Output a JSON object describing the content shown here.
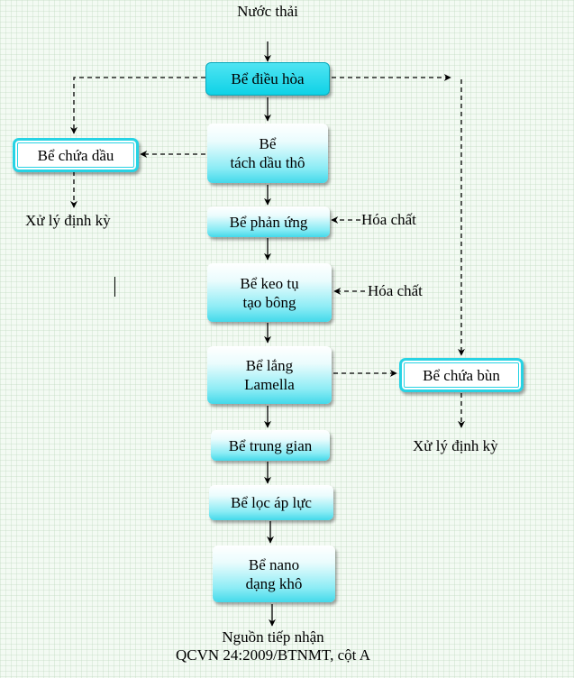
{
  "diagram": {
    "input": "Nước thải",
    "boxes": {
      "dieu_hoa": "Bể điều hòa",
      "tach_dau": "Bể\ntách dầu thô",
      "chua_dau": "Bể chứa dầu",
      "phan_ung": "Bể phản ứng",
      "keo_tu": "Bể keo tụ\ntạo bông",
      "lang": "Bể lắng\nLamella",
      "chua_bun": "Bể chứa bùn",
      "trung_gian": "Bể trung gian",
      "loc_ap_luc": "Bể lọc áp lực",
      "nano": "Bể nano\ndạng khô"
    },
    "labels": {
      "xu_ly_left": "Xử lý định kỳ",
      "xu_ly_right": "Xử lý định kỳ",
      "hoa_chat_1": "Hóa chất",
      "hoa_chat_2": "Hóa chất",
      "output_line1": "Nguồn tiếp nhận",
      "output_line2": "QCVN 24:2009/BTNMT, cột A"
    }
  }
}
